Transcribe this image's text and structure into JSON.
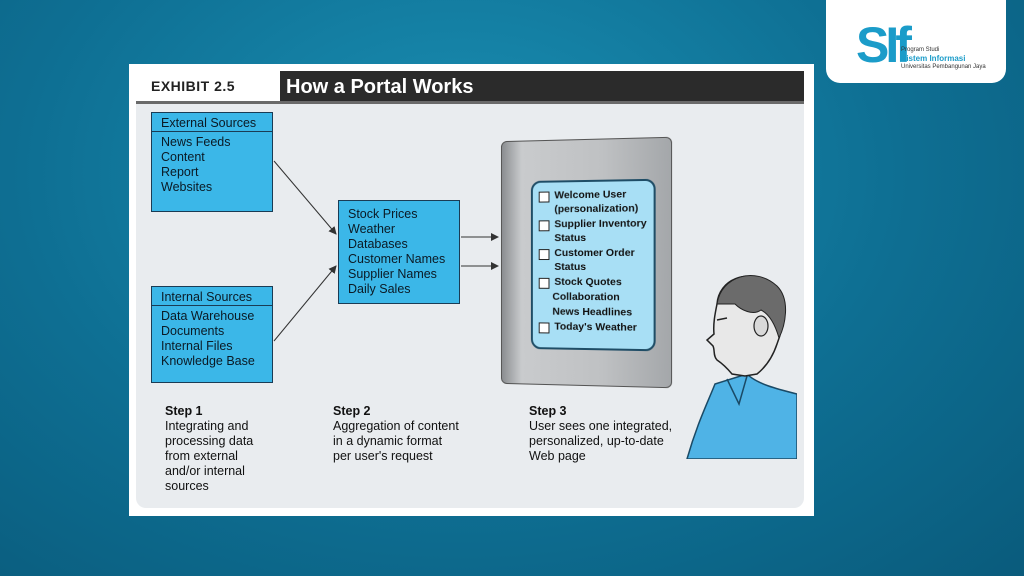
{
  "logo": {
    "mark": "SIf",
    "line1": "Program Studi",
    "line2": "Sistem Informasi",
    "line3": "Universitas Pembangunan Jaya"
  },
  "slide": {
    "exhibit": "EXHIBIT 2.5",
    "title": "How a Portal Works",
    "external": {
      "header": "External Sources",
      "items": [
        "News Feeds",
        "Content",
        "Report",
        "Websites"
      ]
    },
    "internal": {
      "header": "Internal Sources",
      "items": [
        "Data Warehouse",
        "Documents",
        "Internal Files",
        "Knowledge Base"
      ]
    },
    "aggregation": [
      "Stock Prices",
      "Weather",
      "Databases",
      "Customer Names",
      "Supplier Names",
      "Daily Sales"
    ],
    "screen_items": [
      [
        "Welcome User",
        "(personalization)"
      ],
      [
        "Supplier Inventory",
        "Status"
      ],
      [
        "Customer Order",
        "Status"
      ],
      [
        "Stock Quotes"
      ],
      [
        "Collaboration"
      ],
      [
        "News Headlines"
      ],
      [
        "Today's Weather"
      ]
    ],
    "steps": [
      {
        "label": "Step 1",
        "lines": [
          "Integrating and",
          "processing data",
          "from external",
          "and/or internal",
          "sources"
        ]
      },
      {
        "label": "Step 2",
        "lines": [
          "Aggregation of content",
          "in a dynamic format",
          "per user's request"
        ]
      },
      {
        "label": "Step 3",
        "lines": [
          "User sees one integrated,",
          "personalized, up-to-date",
          "Web page"
        ]
      }
    ]
  },
  "colors": {
    "background": "#0e6f93",
    "box_fill": "#3bb7e8",
    "screen_fill": "#a8dff5",
    "header_bar": "#2b2b2b",
    "brand": "#1b9cc9"
  }
}
